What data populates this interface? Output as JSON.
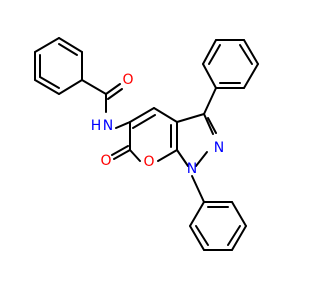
{
  "molecule": {
    "bond_color": "#000000",
    "heteroatom_colors": {
      "O": "#ff0000",
      "N": "#0000ff"
    },
    "atom_labels": {
      "amide_o": "O",
      "amide_n": "N",
      "amide_h": "H",
      "lactone_carbonyl_o": "O",
      "ring_o": "O",
      "pyrazole_n1": "N",
      "pyrazole_n2": "N"
    }
  }
}
